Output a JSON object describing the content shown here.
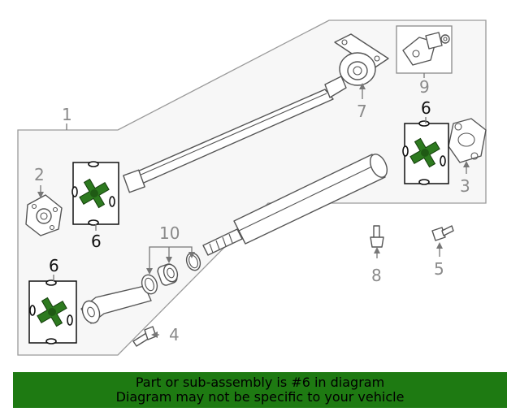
{
  "callouts": {
    "c1": "1",
    "c2": "2",
    "c3": "3",
    "c4": "4",
    "c5": "5",
    "c6a": "6",
    "c6b": "6",
    "c6c": "6",
    "c7": "7",
    "c8": "8",
    "c9": "9",
    "c10": "10"
  },
  "colors": {
    "highlight_part": "#2d7a1f",
    "banner_background": "#1e7a12",
    "callout_text": "#8a8a8a",
    "assembly_panel": "#f7f7f7"
  },
  "banner": {
    "line1": "Part or sub-assembly is #6 in diagram",
    "line2": "Diagram may not be specific to your vehicle"
  }
}
